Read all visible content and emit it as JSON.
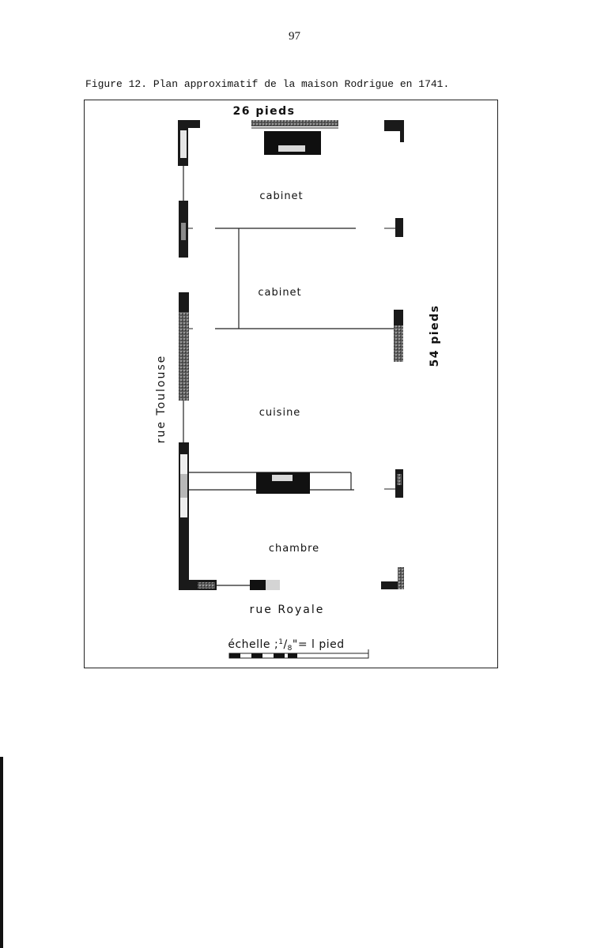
{
  "page_number": "97",
  "caption": "Figure 12. Plan approximatif de la maison Rodrigue en 1741.",
  "dimensions": {
    "width_label": "26 pieds",
    "length_label": "54 pieds"
  },
  "streets": {
    "side": "rue Toulouse",
    "front": "rue Royale"
  },
  "rooms": [
    "cabinet",
    "cabinet",
    "cuisine",
    "chambre"
  ],
  "scale": {
    "prefix": "échelle ;",
    "fraction_num": "1",
    "fraction_den": "8",
    "suffix": "\"= l pied"
  }
}
